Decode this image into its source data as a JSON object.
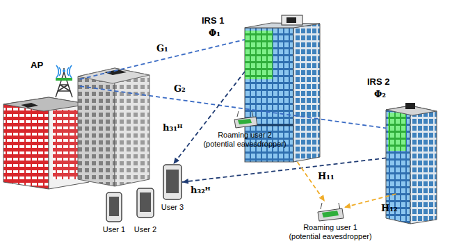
{
  "diagram": {
    "nodes": [
      {
        "text": [
          "AP"
        ]
      },
      {
        "text": [
          "IRS 1",
          "Φ₁"
        ]
      },
      {
        "text": [
          "IRS 2",
          "Φ₂"
        ]
      },
      {
        "text": [
          "Roaming user 2",
          "(potential eavesdropper)"
        ]
      },
      {
        "text": [
          "User 3"
        ]
      },
      {
        "text": [
          "User 1"
        ]
      },
      {
        "text": [
          "User 2"
        ]
      },
      {
        "text": [
          "Roaming user 1",
          "(potential eavesdropper)"
        ]
      }
    ],
    "edges": [
      {
        "from": 0,
        "to": 1,
        "arrow": "none",
        "label": "G₁"
      },
      {
        "from": 0,
        "to": 2,
        "arrow": "none",
        "label": "G₂"
      },
      {
        "from": 1,
        "to": 4,
        "arrow": "to",
        "label": "h₃₁ᴴ"
      },
      {
        "from": 2,
        "to": 4,
        "arrow": "to",
        "label": "h₃₂ᴴ"
      },
      {
        "from": 1,
        "to": 7,
        "arrow": "to",
        "label": "H₁₁"
      },
      {
        "from": 2,
        "to": 7,
        "arrow": "to",
        "label": "H₁₂"
      }
    ]
  }
}
